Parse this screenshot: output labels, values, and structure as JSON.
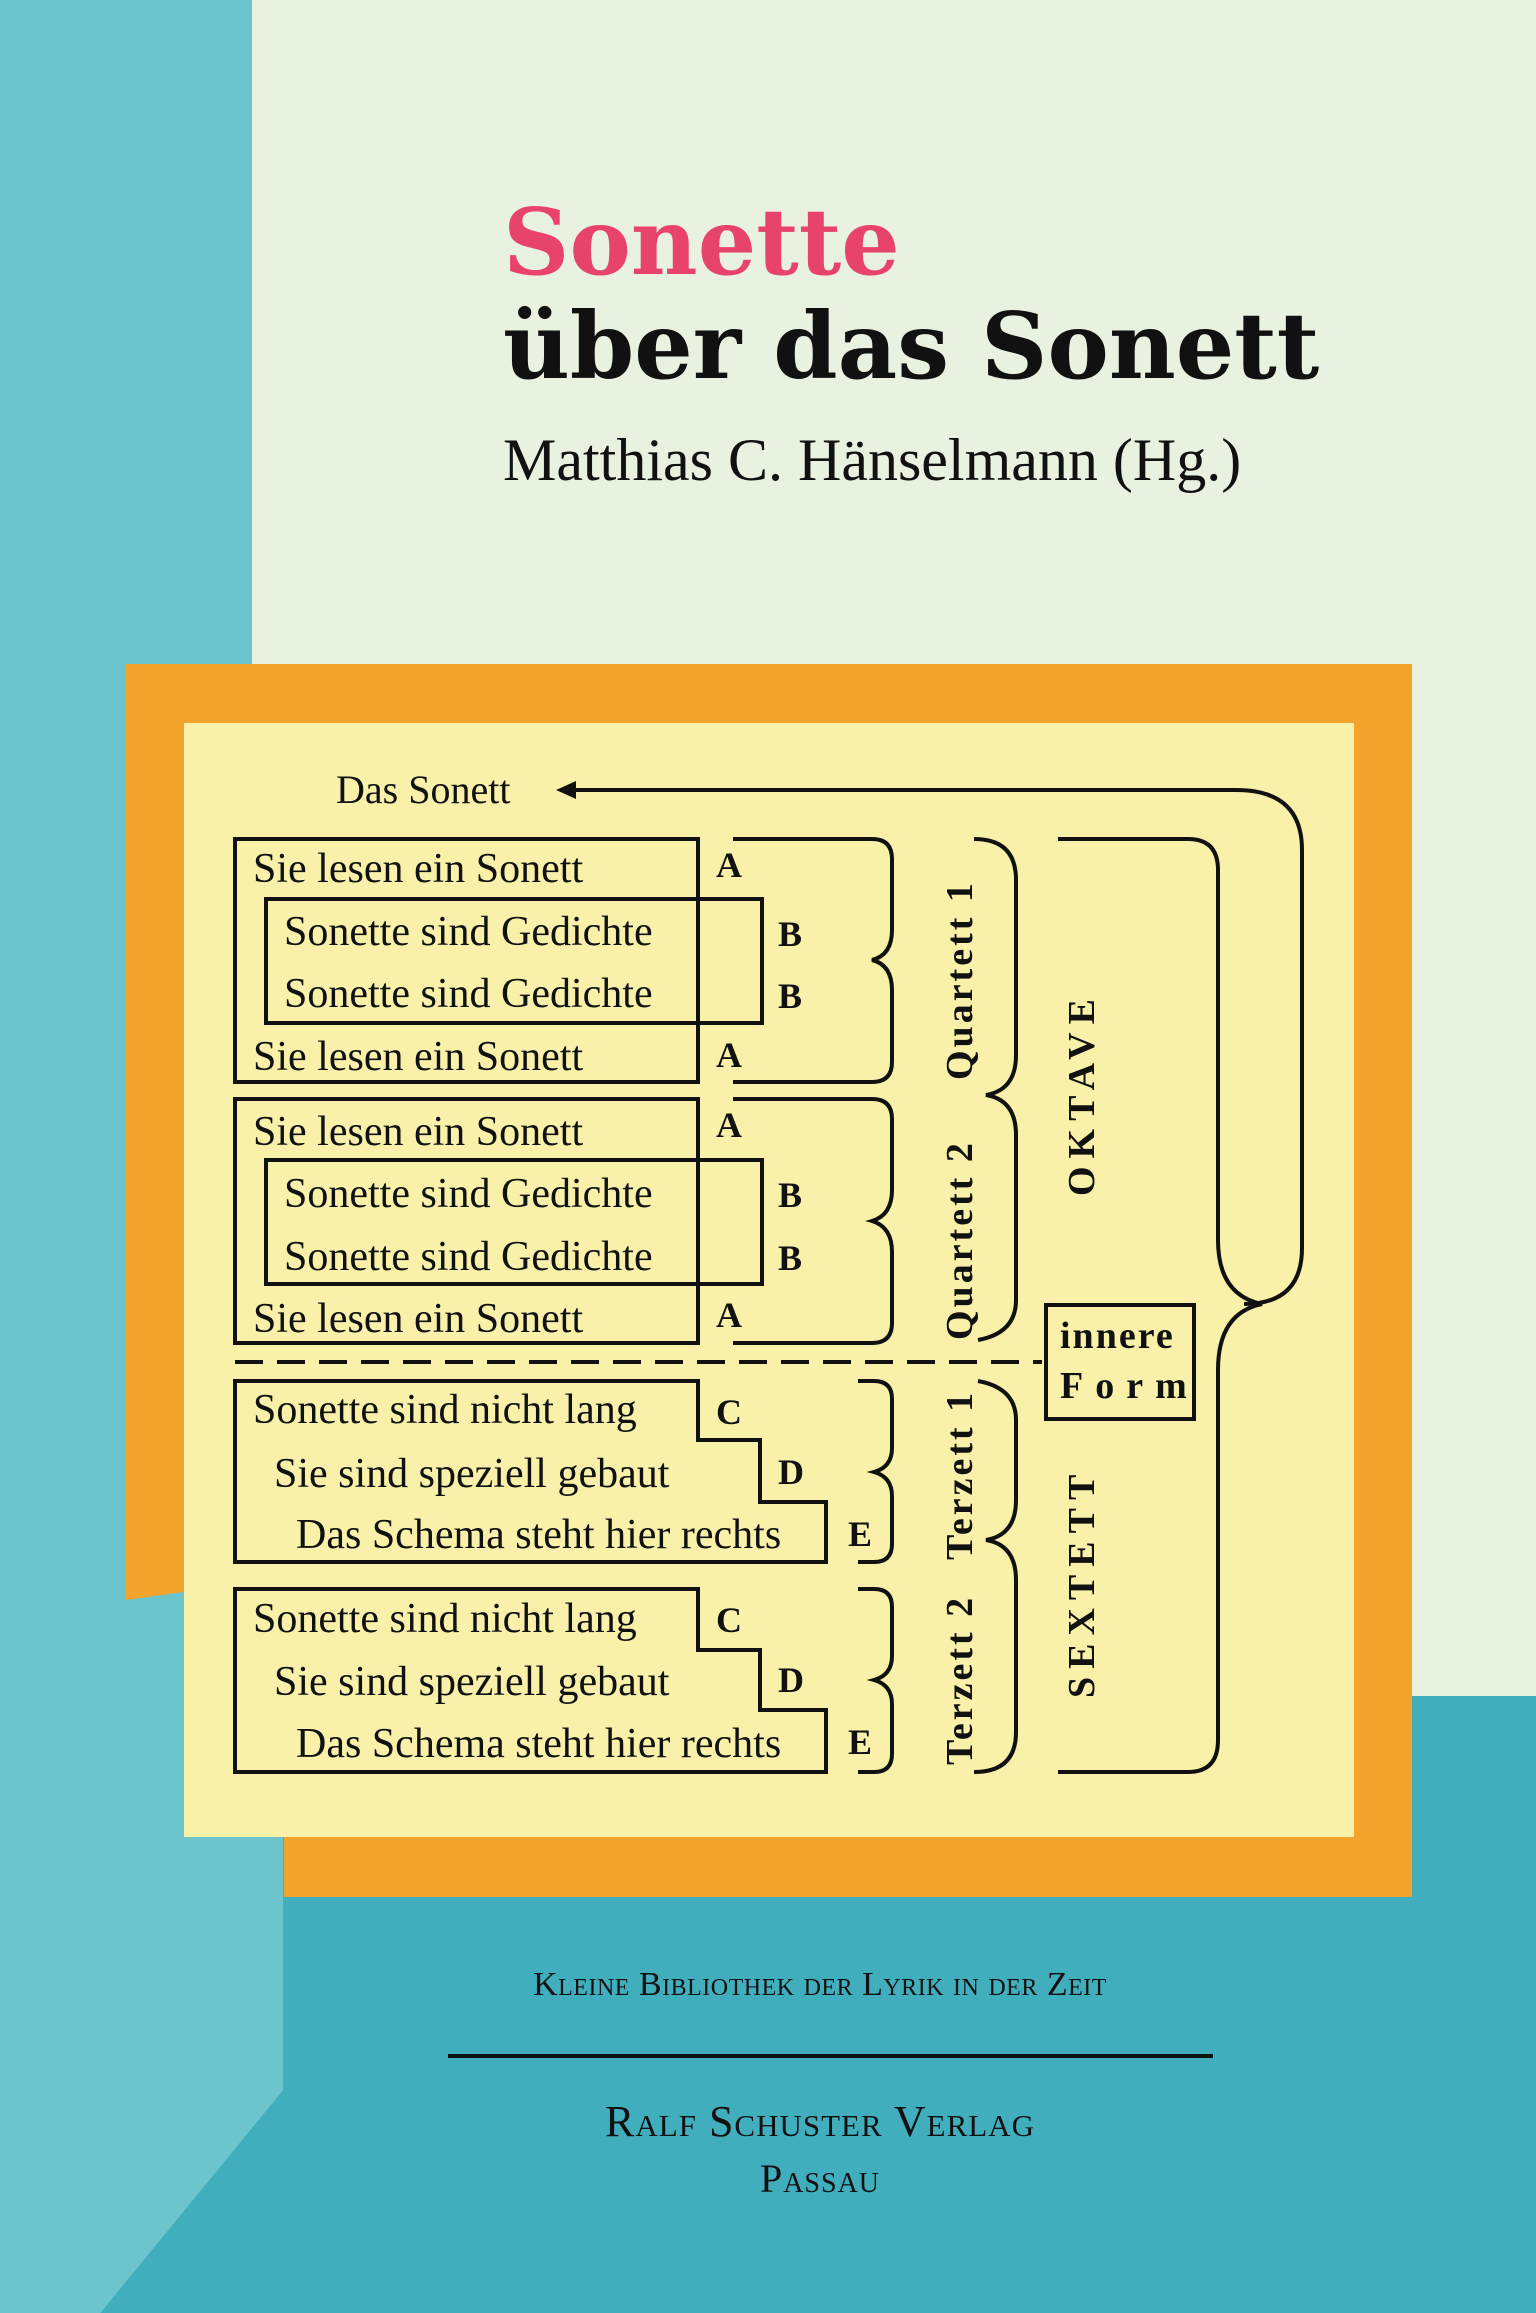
{
  "colors": {
    "background": "#e9f1e0",
    "teal_left": "#6cc4cc",
    "teal_dark": "#40aebd",
    "orange": "#f3a42c",
    "yellow": "#f9f1a9",
    "title_red": "#e8436a",
    "ink": "#111111"
  },
  "title": {
    "line1": "Sonette",
    "line2": "über das Sonett",
    "editor": "Matthias C. Hänselmann (Hg.)"
  },
  "diagram": {
    "heading": "Das Sonett",
    "quartet1": [
      "Sie lesen ein Sonett",
      "Sonette sind Gedichte",
      "Sonette sind Gedichte",
      "Sie lesen ein Sonett"
    ],
    "quartet2": [
      "Sie lesen ein Sonett",
      "Sonette sind Gedichte",
      "Sonette sind Gedichte",
      "Sie lesen ein Sonett"
    ],
    "tercet1": [
      "Sonette sind nicht lang",
      "Sie sind speziell gebaut",
      "Das Schema steht hier rechts"
    ],
    "tercet2": [
      "Sonette sind nicht lang",
      "Sie sind speziell gebaut",
      "Das Schema steht hier rechts"
    ],
    "rhymes_q1": [
      "A",
      "B",
      "B",
      "A"
    ],
    "rhymes_q2": [
      "A",
      "B",
      "B",
      "A"
    ],
    "rhymes_t1": [
      "C",
      "D",
      "E"
    ],
    "rhymes_t2": [
      "C",
      "D",
      "E"
    ],
    "label_quartett1": "Quartett 1",
    "label_quartett2": "Quartett 2",
    "label_terzett1": "Terzett 1",
    "label_terzett2": "Terzett 2",
    "label_oktave": "OKTAVE",
    "label_sextett": "SEXTETT",
    "inner_form_line1": "innere",
    "inner_form_line2": "Form"
  },
  "series": {
    "text": "Kleine Bibliothek der Lyrik in der Zeit"
  },
  "publisher": {
    "name": "Ralf Schuster Verlag",
    "place": "Passau"
  }
}
